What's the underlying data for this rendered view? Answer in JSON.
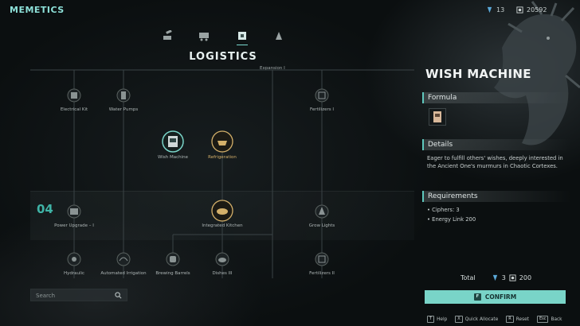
{
  "header": {
    "app_title": "MEMETICS",
    "resource_ciphers": "13",
    "resource_energy": "20592"
  },
  "tabs": [
    {
      "icon": "turret-icon"
    },
    {
      "icon": "cart-icon"
    },
    {
      "icon": "logistics-icon",
      "active": true
    },
    {
      "icon": "tower-icon"
    }
  ],
  "tree": {
    "title": "LOGISTICS",
    "expansion_label": "Expansion I",
    "tier_number": "04",
    "nodes": [
      {
        "id": "electrical-kit",
        "label": "Electrical Kit"
      },
      {
        "id": "water-pumps",
        "label": "Water Pumps"
      },
      {
        "id": "fertilizers-1",
        "label": "Fertilizers I"
      },
      {
        "id": "wish-machine",
        "label": "Wish Machine"
      },
      {
        "id": "refrigeration",
        "label": "Refrigeration"
      },
      {
        "id": "power-upgrade",
        "label": "Power Upgrade – I"
      },
      {
        "id": "integrated-kitchen",
        "label": "Integrated Kitchen"
      },
      {
        "id": "grow-lights",
        "label": "Grow Lights"
      },
      {
        "id": "hydraulic",
        "label": "Hydraulic"
      },
      {
        "id": "automated-irrigation",
        "label": "Automated Irrigation"
      },
      {
        "id": "brewing-barrels",
        "label": "Brewing Barrels"
      },
      {
        "id": "dishes-3",
        "label": "Dishes III"
      },
      {
        "id": "fertilizers-2",
        "label": "Fertilizers II"
      }
    ]
  },
  "search": {
    "placeholder": "Search"
  },
  "panel": {
    "title": "WISH MACHINE",
    "formula_header": "Formula",
    "details_header": "Details",
    "details_text": "Eager to fulfill others' wishes, deeply interested in the Ancient One's murmurs in Chaotic Cortexes.",
    "requirements_header": "Requirements",
    "requirements": [
      "• Ciphers:  3",
      "• Energy Link 200"
    ]
  },
  "total": {
    "label": "Total",
    "ciphers": "3",
    "energy": "200"
  },
  "confirm": {
    "key": "F",
    "label": "CONFIRM"
  },
  "hints": [
    {
      "key": "T",
      "label": "Help"
    },
    {
      "key": "X",
      "label": "Quick Allocate"
    },
    {
      "key": "R",
      "label": "Reset"
    },
    {
      "key": "Esc",
      "label": "Back"
    }
  ],
  "colors": {
    "accent": "#79d4c8",
    "gold": "#d4b06a",
    "tier": "#3fb3a6"
  }
}
